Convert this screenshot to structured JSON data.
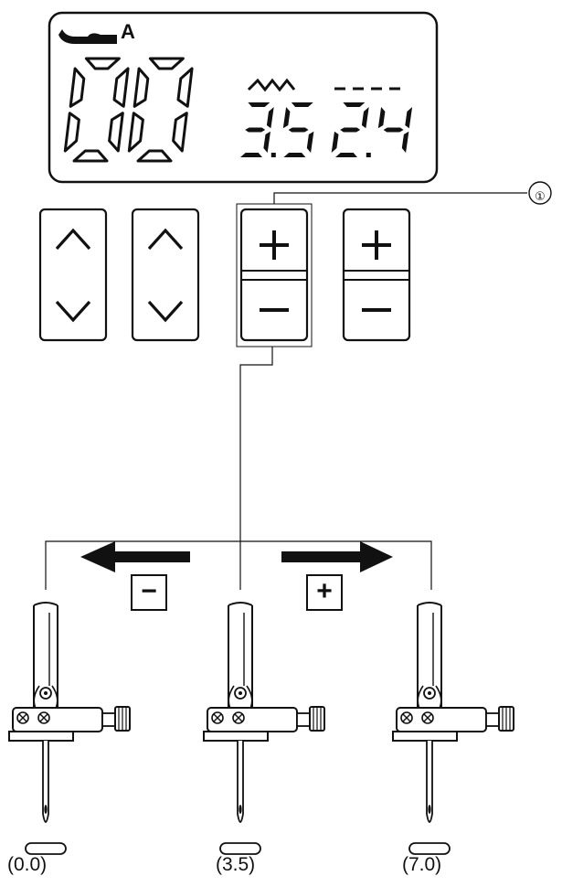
{
  "display": {
    "foot_letter": "A",
    "pattern_number": "00",
    "stitch_width": "3.5",
    "stitch_length": "2.4",
    "width_icon": "zigzag-icon",
    "length_icon": "dashed-line-icon",
    "foot_icon": "presser-foot-icon"
  },
  "buttons": [
    {
      "name": "pattern-up-down-button-1",
      "top_icon": "chevron-up-icon",
      "bottom_icon": "chevron-down-icon"
    },
    {
      "name": "pattern-up-down-button-2",
      "top_icon": "chevron-up-icon",
      "bottom_icon": "chevron-down-icon"
    },
    {
      "name": "width-plus-minus-button",
      "top_icon": "plus-icon",
      "bottom_icon": "minus-icon",
      "highlighted": true
    },
    {
      "name": "length-plus-minus-button",
      "top_icon": "plus-icon",
      "bottom_icon": "minus-icon"
    }
  ],
  "callout": {
    "marker": "①"
  },
  "direction": {
    "left_symbol": "−",
    "right_symbol": "+"
  },
  "needles": [
    {
      "position": "(0.0)"
    },
    {
      "position": "(3.5)"
    },
    {
      "position": "(7.0)"
    }
  ],
  "colors": {
    "ink": "#111111",
    "paper": "#ffffff"
  }
}
